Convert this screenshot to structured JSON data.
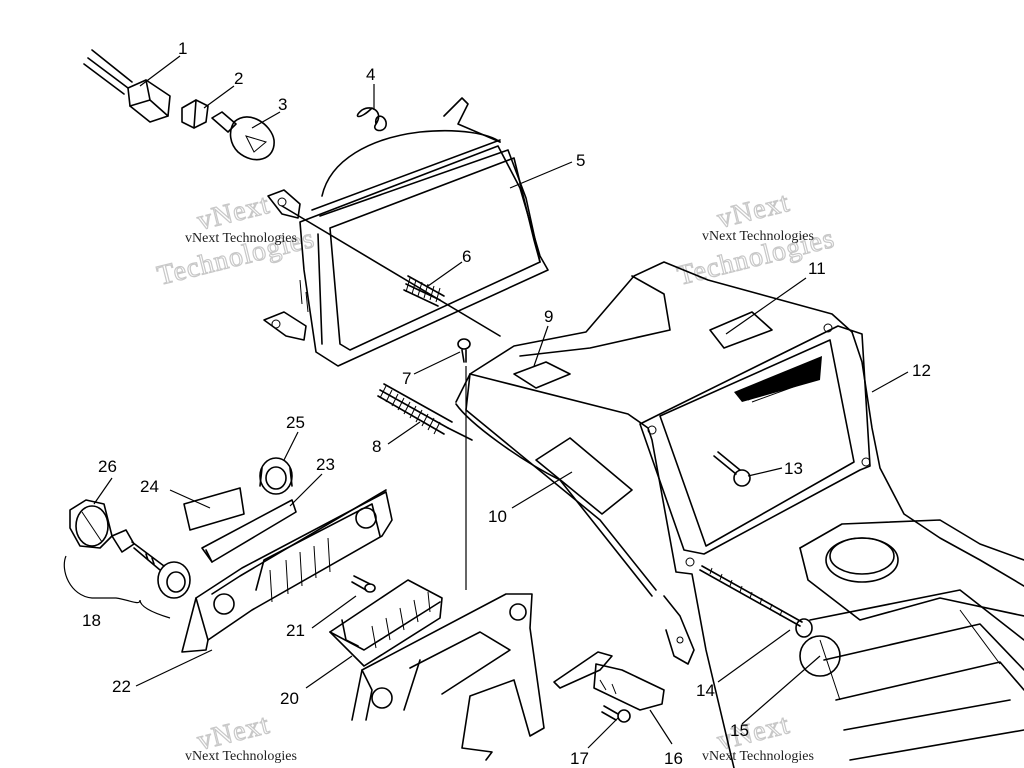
{
  "watermark": {
    "small": "vNext Technologies",
    "big_top": "vNext",
    "big_bottom": "Technologies"
  },
  "callouts": {
    "c1": "1",
    "c2": "2",
    "c3": "3",
    "c4": "4",
    "c5": "5",
    "c6": "6",
    "c7": "7",
    "c8": "8",
    "c9": "9",
    "c10": "10",
    "c11": "11",
    "c12": "12",
    "c13": "13",
    "c14": "14",
    "c15": "15",
    "c16": "16",
    "c17": "17",
    "c18": "18",
    "c20": "20",
    "c21": "21",
    "c22": "22",
    "c23": "23",
    "c24": "24",
    "c25": "25",
    "c26": "26"
  }
}
